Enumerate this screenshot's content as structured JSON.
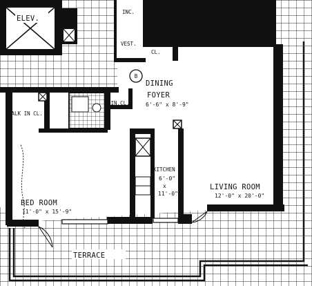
{
  "plan": {
    "marker": "B",
    "labels": {
      "elev": "ELEV.",
      "inc": "INC.",
      "vest": "VEST.",
      "cl": "CL.",
      "dining": "DINING",
      "foyer": "FOYER",
      "foyer_dim": "6'-6\" x 8'-9\"",
      "walk_in": "WALK IN CL.",
      "lin_cl": "LIN.CL.",
      "kitchen": "KITCHEN",
      "kitchen_dim_1": "6'-0\"",
      "kitchen_dim_x": "x",
      "kitchen_dim_2": "11'-0\"",
      "living": "LIVING ROOM",
      "living_dim": "12'-0\" x 20'-0\"",
      "bedroom": "BED ROOM",
      "bedroom_dim": "11'-0\" x 15'-9\"",
      "terrace": "TERRACE"
    }
  }
}
